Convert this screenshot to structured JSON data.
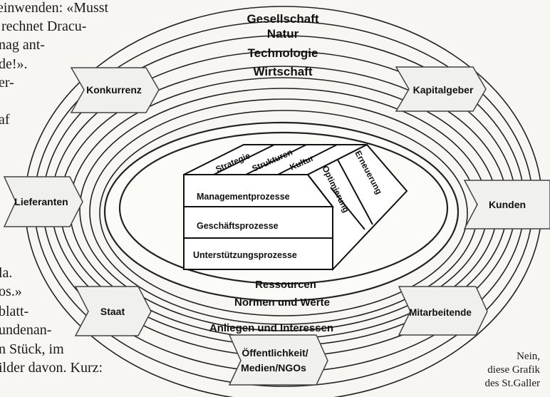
{
  "article_text_left": [
    "einwenden: «Musst",
    "rechnet Dracu-",
    "nag ant-",
    "de!».",
    "er-",
    "af"
  ],
  "article_text_left_lower": [
    "la.",
    "os.»",
    "blatt-",
    "undenan-",
    "n Stück, im",
    "ilder davon. Kurz:"
  ],
  "caption": [
    "Nein,",
    "diese Grafik",
    "des St.Galler"
  ],
  "diagram": {
    "environment_spheres": [
      "Gesellschaft",
      "Natur",
      "Technologie",
      "Wirtschaft"
    ],
    "stakeholders": {
      "konkurrenz": "Konkurrenz",
      "kapitalgeber": "Kapitalgeber",
      "lieferanten": "Lieferanten",
      "kunden": "Kunden",
      "staat": "Staat",
      "mitarbeitende": "Mitarbeitende",
      "oeffentlichkeit_line1": "Öffentlichkeit/",
      "oeffentlichkeit_line2": "Medien/NGOs"
    },
    "top_face": [
      "Strategie",
      "Strukturen",
      "Kultur"
    ],
    "side_face": [
      "Optimierung",
      "Erneuerung"
    ],
    "processes": [
      "Managementprozesse",
      "Geschäftsprozesse",
      "Unterstützungsprozesse"
    ],
    "interaction_issues": [
      "Ressourcen",
      "Normen und Werte",
      "Anliegen und Interessen"
    ]
  },
  "colors": {
    "line": "#222222",
    "fill_box": "#ffffff",
    "arrow_fill": "#f0f0ee",
    "paper": "#f7f6f2"
  }
}
